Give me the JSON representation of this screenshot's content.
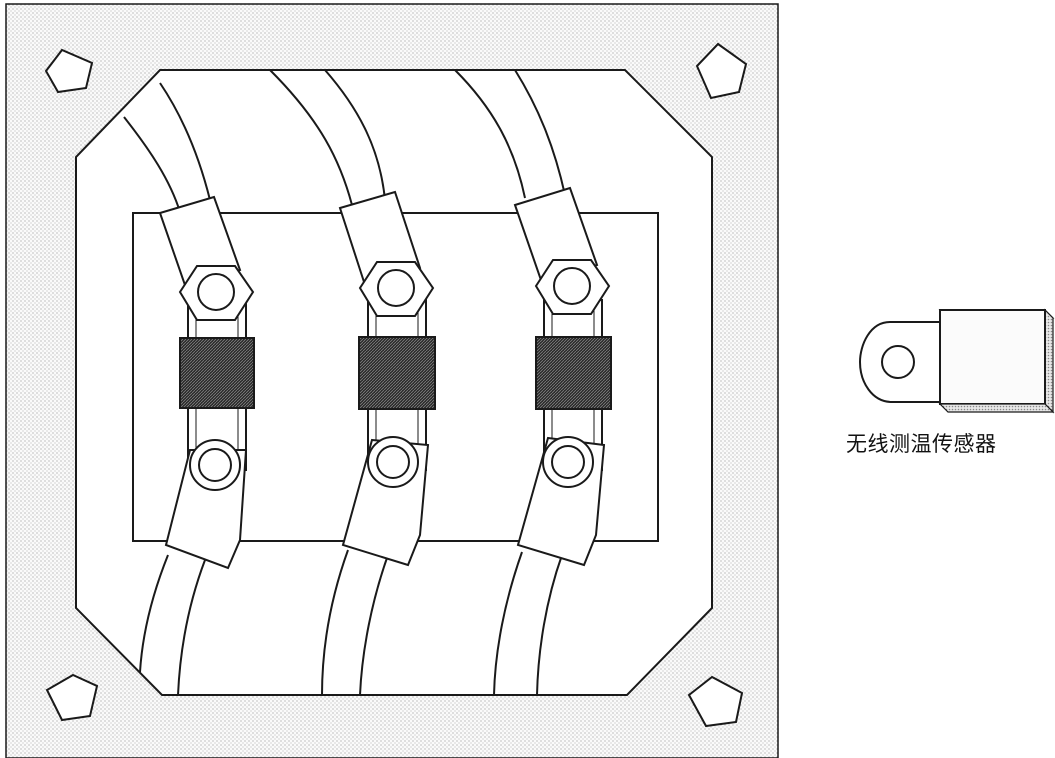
{
  "legend": {
    "sensor_label": "无线测温传感器"
  },
  "colors": {
    "line": "#1a1a1a",
    "background": "#ffffff",
    "sensor_band": "#2b2b2b"
  },
  "components": {
    "terminal_count": 3,
    "mounting_bolts": 4
  }
}
